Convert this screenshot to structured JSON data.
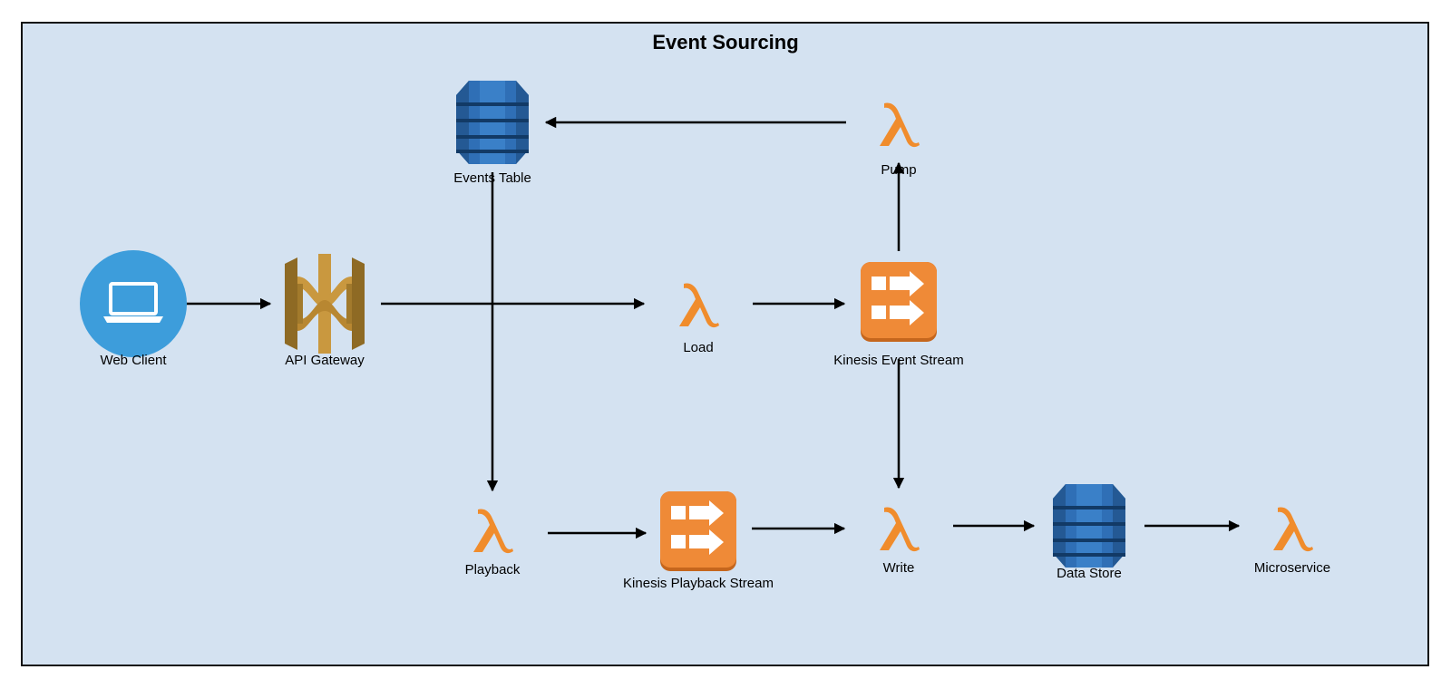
{
  "title": "Event Sourcing",
  "nodes": [
    {
      "id": "web-client",
      "label": "Web Client",
      "icon": "laptop-icon"
    },
    {
      "id": "api-gateway",
      "label": "API Gateway",
      "icon": "api-gateway-icon"
    },
    {
      "id": "events-table",
      "label": "Events Table",
      "icon": "dynamodb-icon"
    },
    {
      "id": "pump",
      "label": "Pump",
      "icon": "lambda-icon"
    },
    {
      "id": "load",
      "label": "Load",
      "icon": "lambda-icon"
    },
    {
      "id": "kinesis-event-stream",
      "label": "Kinesis Event Stream",
      "icon": "kinesis-icon"
    },
    {
      "id": "playback",
      "label": "Playback",
      "icon": "lambda-icon"
    },
    {
      "id": "kinesis-playback-stream",
      "label": "Kinesis Playback Stream",
      "icon": "kinesis-icon"
    },
    {
      "id": "write",
      "label": "Write",
      "icon": "lambda-icon"
    },
    {
      "id": "data-store",
      "label": "Data Store",
      "icon": "dynamodb-icon"
    },
    {
      "id": "microservice",
      "label": "Microservice",
      "icon": "lambda-icon"
    }
  ],
  "edges": [
    {
      "from": "web-client",
      "to": "api-gateway"
    },
    {
      "from": "api-gateway",
      "to": "load"
    },
    {
      "from": "load",
      "to": "kinesis-event-stream"
    },
    {
      "from": "kinesis-event-stream",
      "to": "pump"
    },
    {
      "from": "pump",
      "to": "events-table"
    },
    {
      "from": "events-table",
      "to": "playback"
    },
    {
      "from": "kinesis-event-stream",
      "to": "write"
    },
    {
      "from": "playback",
      "to": "kinesis-playback-stream"
    },
    {
      "from": "kinesis-playback-stream",
      "to": "write"
    },
    {
      "from": "write",
      "to": "data-store"
    },
    {
      "from": "data-store",
      "to": "microservice"
    }
  ],
  "colors": {
    "background": "#d4e2f1",
    "border": "#111111",
    "lambda": "#f08c2c",
    "kinesis": "#ef8a37",
    "dynamodb": "#2f6fb6",
    "api_gateway": "#c9983f",
    "client": "#3d9ddb"
  }
}
